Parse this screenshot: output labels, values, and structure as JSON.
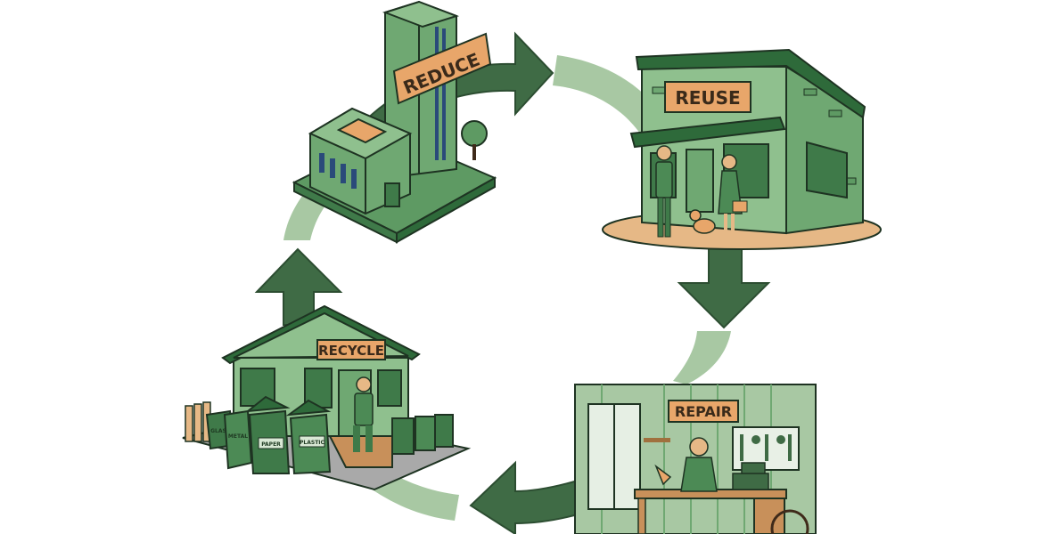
{
  "diagram": {
    "stages": {
      "reduce": {
        "sign": "REDUCE"
      },
      "reuse": {
        "sign": "REUSE"
      },
      "repair": {
        "sign": "REPAIR"
      },
      "recycle": {
        "sign": "RECYCLE"
      }
    },
    "bins": {
      "paper": "PAPER",
      "plastic": "PLASTIC",
      "glass": "GLASS",
      "metal": "METAL"
    },
    "colors": {
      "arrow_dark": "#3f6b45",
      "arrow_light": "#a8c8a3",
      "building": "#6fa872",
      "building_dark": "#3f7a49",
      "roof": "#2e6a3a",
      "sign": "#e8a66a",
      "ground": "#e6b886",
      "outline": "#1e3322"
    }
  }
}
